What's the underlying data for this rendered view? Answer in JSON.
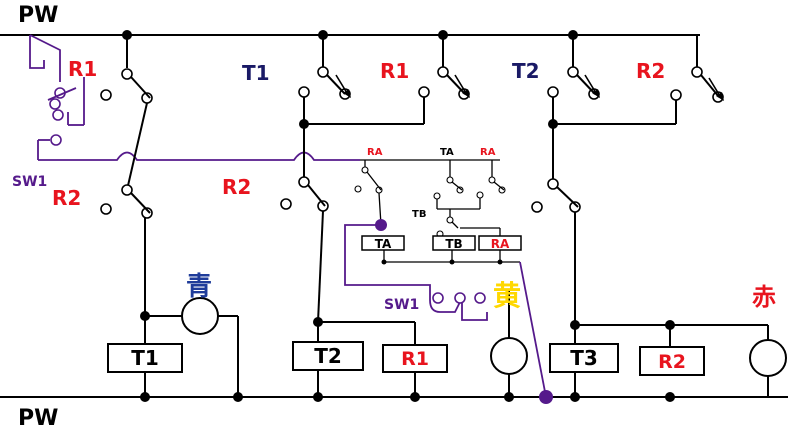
{
  "labels": {
    "pw_top": "PW",
    "pw_bottom": "PW",
    "sw1_left": "SW1",
    "sw1_mid": "SW1",
    "r1_contact_left": "R1",
    "r2_contact_left": "R2",
    "t1_contact": "T1",
    "r1_contact_mid": "R1",
    "r2_contact_mid": "R2",
    "t2_contact": "T2",
    "r2_contact_right": "R2",
    "ra_small_1": "RA",
    "ta_small": "TA",
    "ra_small_2": "RA",
    "tb_small": "TB"
  },
  "relays": {
    "t1": "T1",
    "t2": "T2",
    "r1": "R1",
    "t3": "T3",
    "r2": "R2",
    "ta": "TA",
    "tb": "TB",
    "ra": "RA"
  },
  "lamps": {
    "blue": "青",
    "yellow": "黄",
    "red": "赤"
  },
  "colors": {
    "contact_label_red": "#e8141e",
    "contact_label_navy": "#1a1a66",
    "sw_wire_purple": "#551a8b",
    "lamp_yellow": "#ffd800",
    "lamp_blue": "#1f3c9a"
  }
}
